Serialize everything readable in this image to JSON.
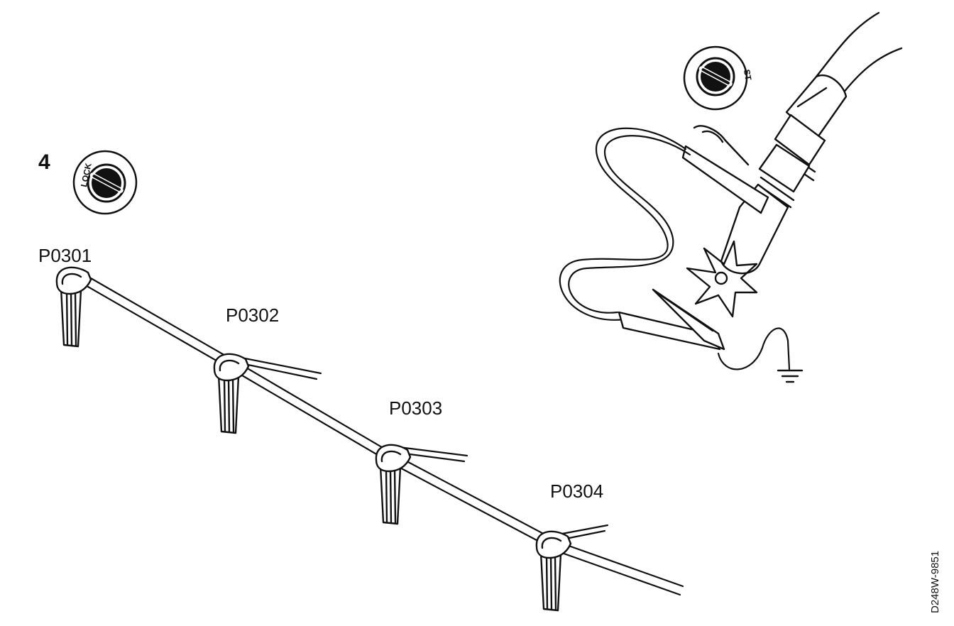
{
  "step_number": "4",
  "ignition_lock_label": "LOCK",
  "ignition_start_label": "ST",
  "connector_labels": [
    "P0301",
    "P0302",
    "P0303",
    "P0304"
  ],
  "figure_code": "D248W-9851",
  "colors": {
    "ink": "#111111",
    "background": "#ffffff"
  }
}
